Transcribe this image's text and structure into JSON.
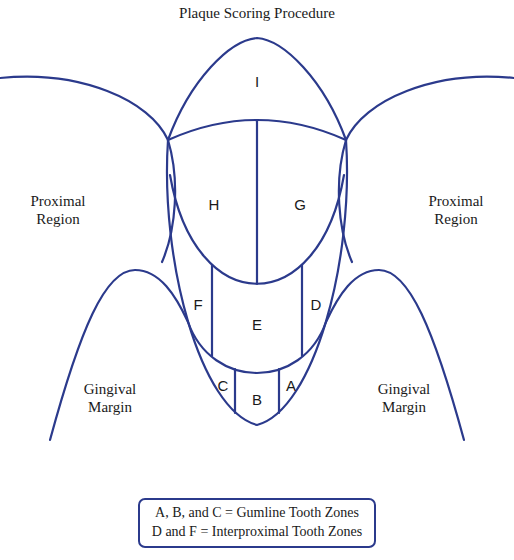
{
  "diagram": {
    "title": "Plaque Scoring Procedure",
    "nodes": [
      {
        "text": [
          "A, B, and C = Gumline Tooth Zones",
          "D and F = Interproximal Tooth Zones"
        ]
      }
    ],
    "labels": [
      "Proximal Region",
      "Proximal Region",
      "I",
      "H",
      "G",
      "F",
      "E",
      "D",
      "Gingival Margin",
      "C",
      "B",
      "A",
      "Gingival Margin"
    ]
  }
}
